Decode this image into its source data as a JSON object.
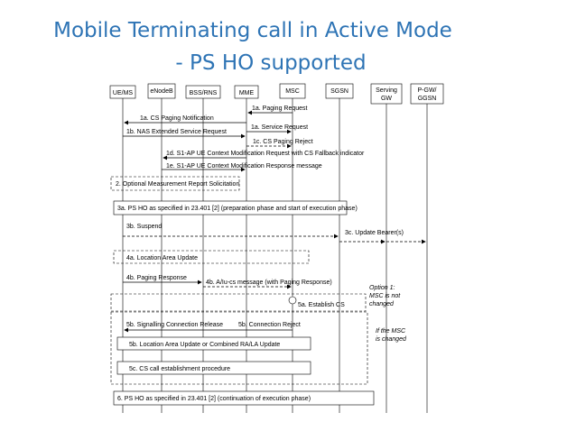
{
  "slide": {
    "title_line1": "Mobile Terminating call in Active Mode",
    "title_line2": "- PS HO supported",
    "title_color": "#2E74B5"
  },
  "entities": [
    {
      "lines": [
        "UE/MS"
      ]
    },
    {
      "lines": [
        "eNodeB"
      ]
    },
    {
      "lines": [
        "BSS/RNS"
      ]
    },
    {
      "lines": [
        "MME"
      ]
    },
    {
      "lines": [
        "MSC"
      ]
    },
    {
      "lines": [
        "SGSN"
      ]
    },
    {
      "lines": [
        "Serving",
        "GW"
      ]
    },
    {
      "lines": [
        "P-GW/",
        "GGSN"
      ]
    }
  ],
  "messages": {
    "m1a_paging_request": "1a. Paging Request",
    "m1a_cs_paging_notification": "1a. CS Paging Notification",
    "m1a_service_request": "1a. Service Request",
    "m1b_nas_ext_service_request": "1b. NAS Extended Service Request",
    "m1c_cs_paging_reject": "1c. CS Paging Reject",
    "m1d_s1ap_request": "1d. S1-AP UE Context Modification Request with CS Fallback indicator",
    "m1e_s1ap_response": "1e. S1-AP UE Context Modification Response message",
    "m2_meas_report": "2. Optional Measurement Report Solicitation",
    "m3a_ps_ho": "3a. PS HO as specified in 23.401 [2] (preparation phase and start of execution phase)",
    "m3b_suspend": "3b. Suspend",
    "m3c_update_bearer": "3c. Update Bearer(s)",
    "m4a_location_area_update": "4a. Location Area Update",
    "m4b_paging_response": "4b. Paging Response",
    "m4b_aiu_cs_message": "4b. A/Iu-cs message (with Paging Response)",
    "m5a_establish_cs": "5a. Establish CS",
    "m5b_signalling_release": "5b. Signalling Connection Release",
    "m5b_connection_reject": "5b. Connection Reject",
    "m5b_location_area_update": "5b. Location Area Update or Combined RA/LA Update",
    "m5c_cs_call_establishment": "5c. CS call establishment procedure",
    "m6_ps_ho_continuation": "6. PS HO as specified in 23.401 [2] (continuation of execution phase)"
  },
  "notes": {
    "option1": [
      "Option 1:",
      "MSC is not",
      "changed"
    ],
    "if_msc_changed": [
      "If the MSC",
      "is changed"
    ]
  }
}
